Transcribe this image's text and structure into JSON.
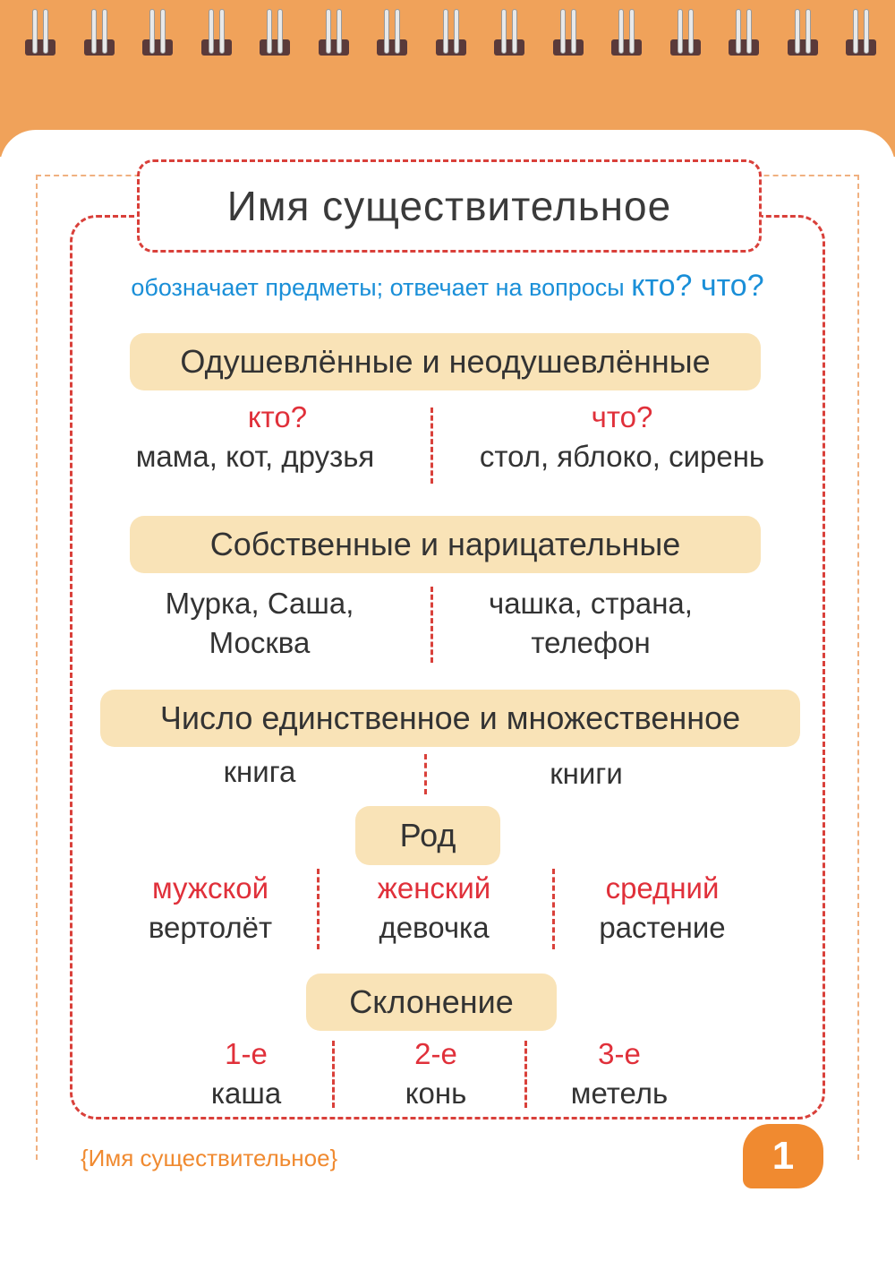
{
  "title": "Имя существительное",
  "subtitle": {
    "text": "обозначает предметы; отвечает на вопросы",
    "questions": "кто? что?"
  },
  "sections": [
    {
      "heading": "Одушевлённые и неодушевлённые",
      "cols": [
        {
          "q": "кто?",
          "words": "мама, кот, друзья"
        },
        {
          "q": "что?",
          "words": "стол, яблоко, сирень"
        }
      ]
    },
    {
      "heading": "Собственные и нарицательные",
      "cols": [
        {
          "words1": "Мурка, Саша,",
          "words2": "Москва"
        },
        {
          "words1": "чашка, страна,",
          "words2": "телефон"
        }
      ]
    },
    {
      "heading": "Число единственное и множественное",
      "cols": [
        {
          "words": "книга"
        },
        {
          "words": "книги"
        }
      ]
    },
    {
      "heading": "Род",
      "cols": [
        {
          "q": "мужской",
          "words": "вертолёт"
        },
        {
          "q": "женский",
          "words": "девочка"
        },
        {
          "q": "средний",
          "words": "растение"
        }
      ]
    },
    {
      "heading": "Склонение",
      "cols": [
        {
          "q": "1-е",
          "words": "каша"
        },
        {
          "q": "2-е",
          "words": "конь"
        },
        {
          "q": "3-е",
          "words": "метель"
        }
      ]
    }
  ],
  "footer": "{Имя существительное}",
  "page_number": "1"
}
